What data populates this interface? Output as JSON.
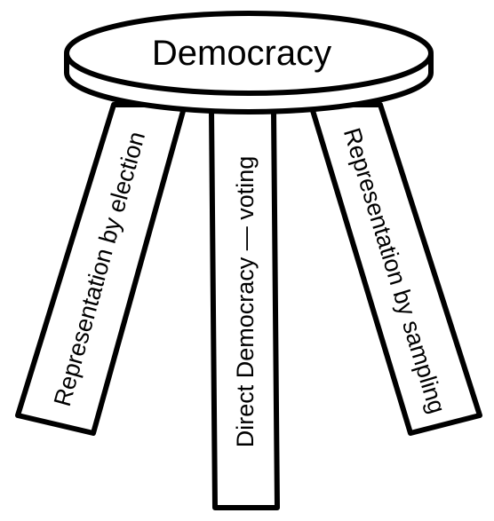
{
  "seat": {
    "label": "Democracy"
  },
  "legs": {
    "left": "Representation by election",
    "middle": "Direct Democracy — voting",
    "right": "Representation by sampling"
  },
  "colors": {
    "stroke": "#000000",
    "fill": "#ffffff"
  }
}
